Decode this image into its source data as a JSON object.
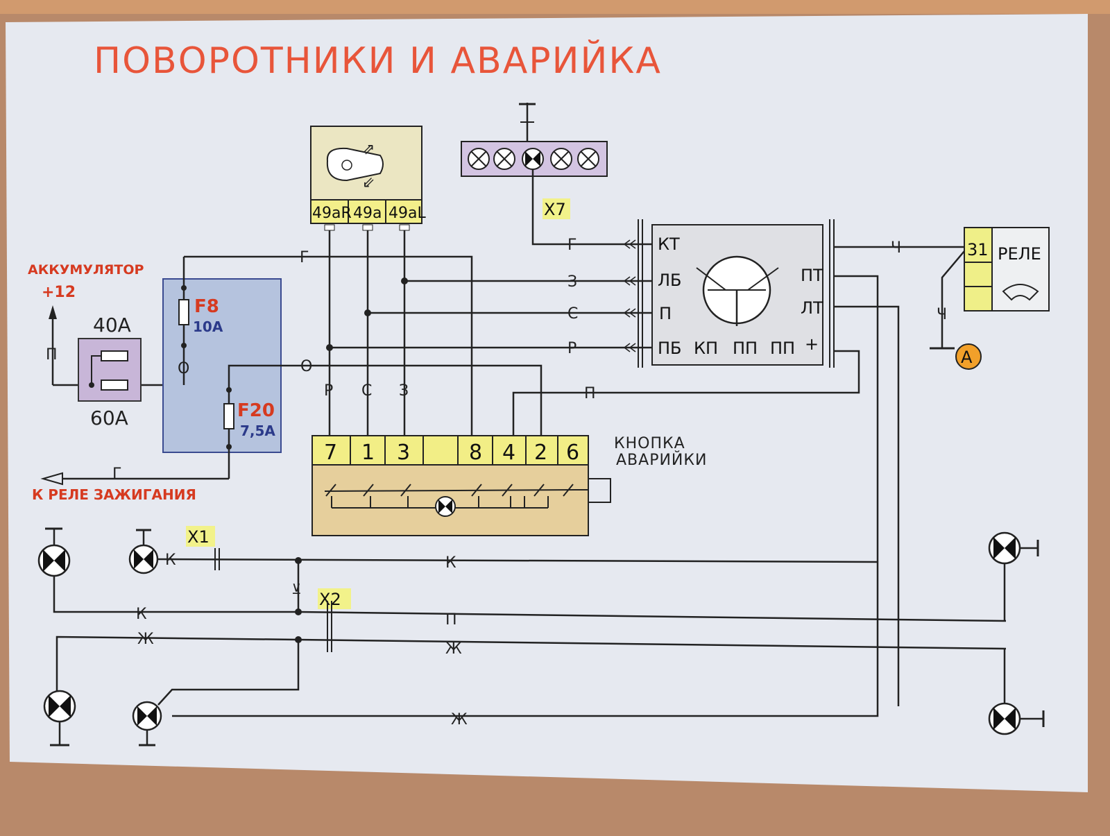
{
  "title": "ПОВОРОТНИКИ  И  АВАРИЙКА",
  "battery": {
    "label": "АККУМУЛЯТОР",
    "voltage": "+12",
    "wire": "П"
  },
  "fuses_main": {
    "top": "40А",
    "bottom": "60А"
  },
  "fuse_box": {
    "f8": {
      "name": "F8",
      "rating": "10А"
    },
    "f20": {
      "name": "F20",
      "rating": "7,5А"
    },
    "wire_o": "О"
  },
  "ignition_relay": {
    "label": "К РЕЛЕ ЗАЖИГАНИЯ",
    "wire": "Г"
  },
  "stalk_switch": {
    "pins": [
      "49aR",
      "49a",
      "49aL"
    ]
  },
  "dash_connector": "X7",
  "flasher": {
    "left_terminals": [
      "КТ",
      "ЛБ",
      "П",
      "ПБ"
    ],
    "right_terminals": [
      "ПТ",
      "ЛТ",
      "+"
    ],
    "bottom_terminals": [
      "КП",
      "ПП",
      "ПП"
    ]
  },
  "relay": {
    "pin": "31",
    "label": "РЕЛЕ",
    "ground": "А"
  },
  "wires": {
    "g": "Г",
    "z": "З",
    "s": "С",
    "r": "Р",
    "p": "П",
    "o": "О",
    "ch": "Ч",
    "k": "К",
    "zh": "Ж"
  },
  "hazard_button": {
    "label_line1": "КНОПКА",
    "label_line2": "АВАРИЙКИ",
    "pins": [
      "7",
      "1",
      "3",
      "",
      "8",
      "4",
      "2",
      "6"
    ]
  },
  "connectors": {
    "x1": "X1",
    "x2": "X2"
  }
}
